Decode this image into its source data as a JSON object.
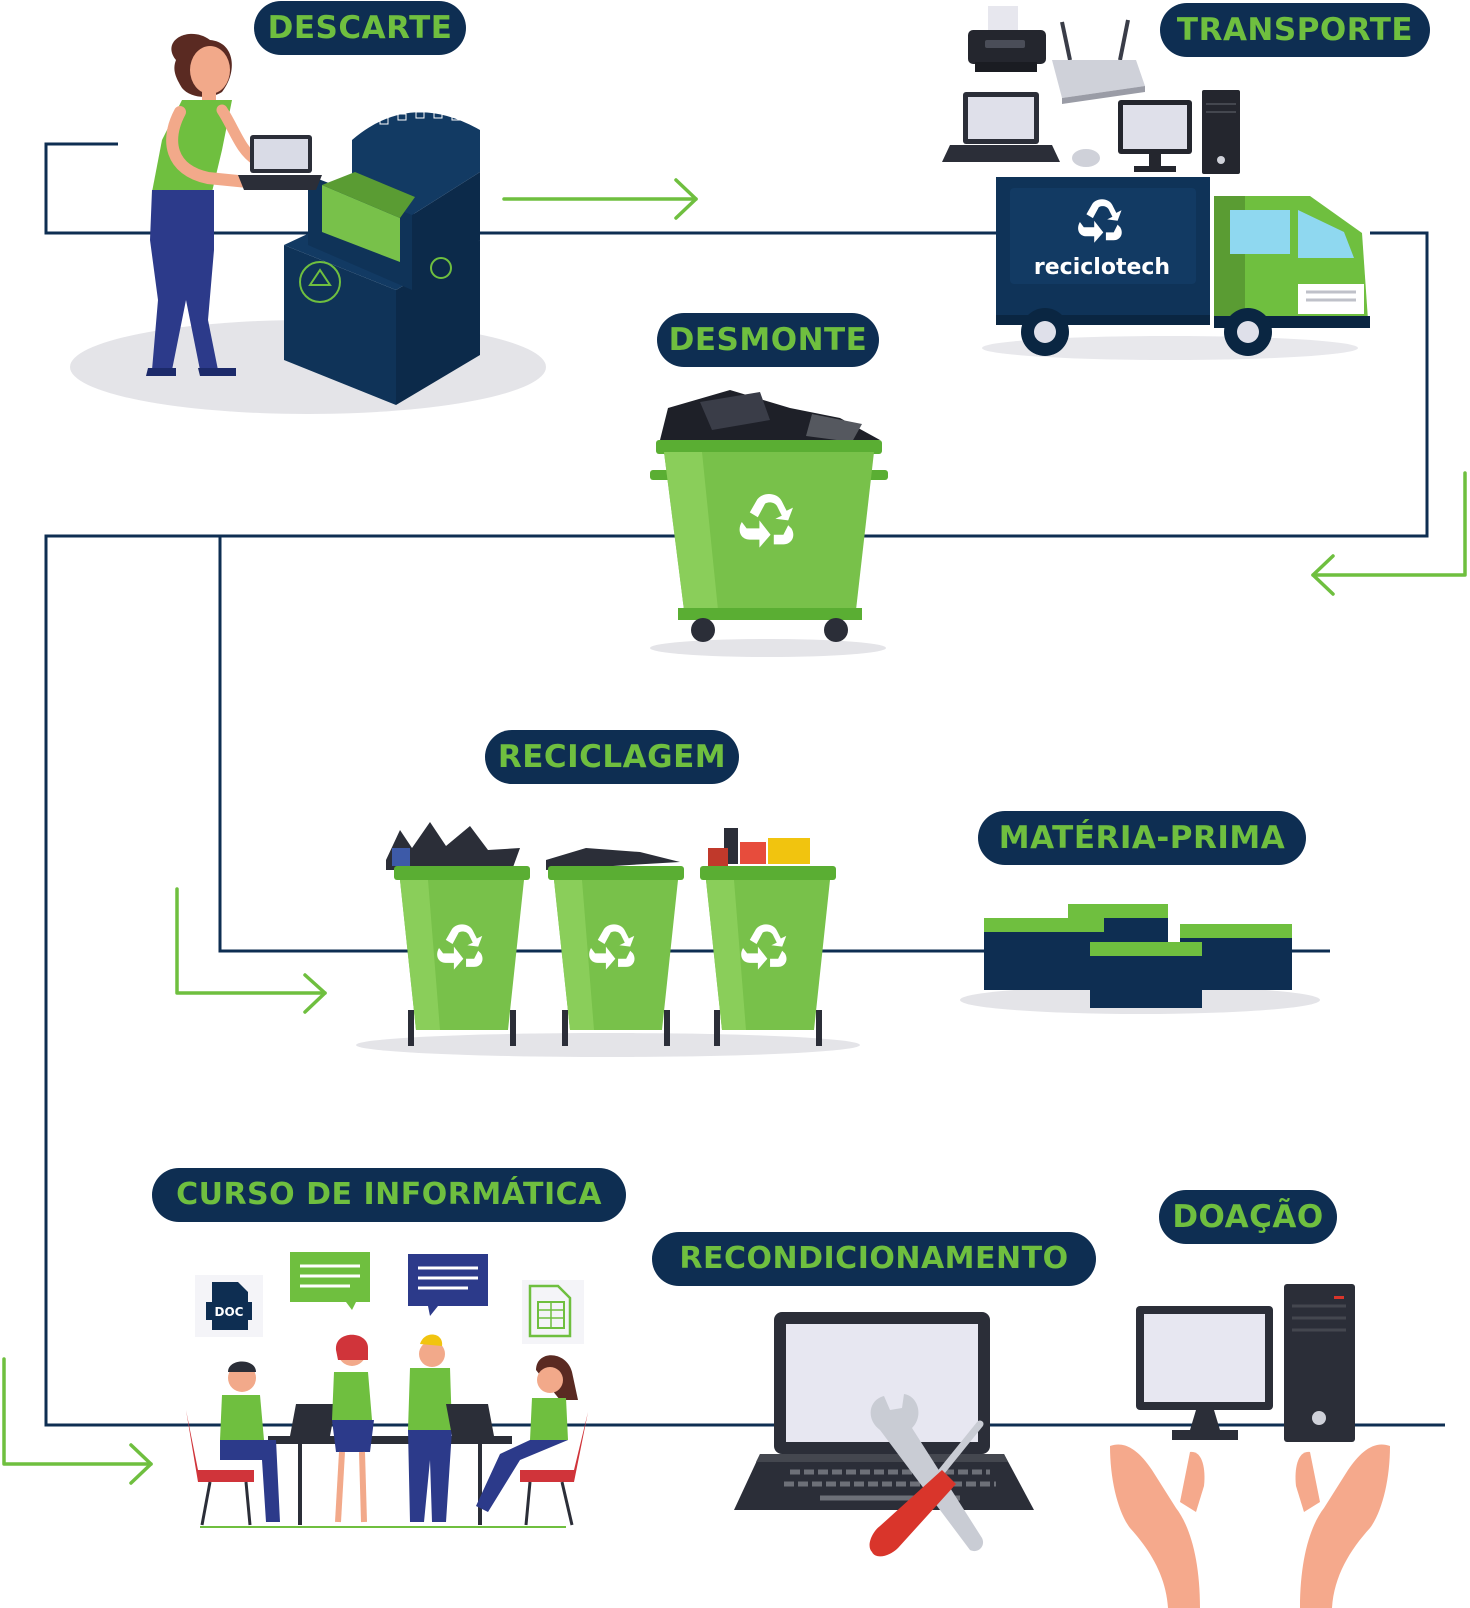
{
  "colors": {
    "navy": "#0e2e52",
    "green": "#6fbf3f",
    "bin_green": "#78c14a",
    "arrow_green": "#6fbf3f"
  },
  "stages": {
    "descarte": "DESCARTE",
    "transporte": "TRANSPORTE",
    "desmonte": "DESMONTE",
    "reciclagem": "RECICLAGEM",
    "materia_prima": "MATÉRIA-PRIMA",
    "curso": "CURSO DE INFORMÁTICA",
    "recondicionamento": "RECONDICIONAMENTO",
    "doacao": "DOAÇÃO"
  },
  "truck": {
    "brand": "reciclotech"
  },
  "docs": {
    "doc_label": "DOC"
  },
  "icons": [
    "person-icon",
    "collection-box-icon",
    "printer-icon",
    "router-icon",
    "laptop-icon",
    "monitor-icon",
    "tower-pc-icon",
    "mouse-icon",
    "truck-icon",
    "recycle-icon",
    "dumpster-icon",
    "recycle-bin-icon",
    "material-stack-icon",
    "chat-bubble-icon",
    "document-icon",
    "spreadsheet-icon",
    "wrench-icon",
    "screwdriver-icon",
    "hands-icon"
  ]
}
